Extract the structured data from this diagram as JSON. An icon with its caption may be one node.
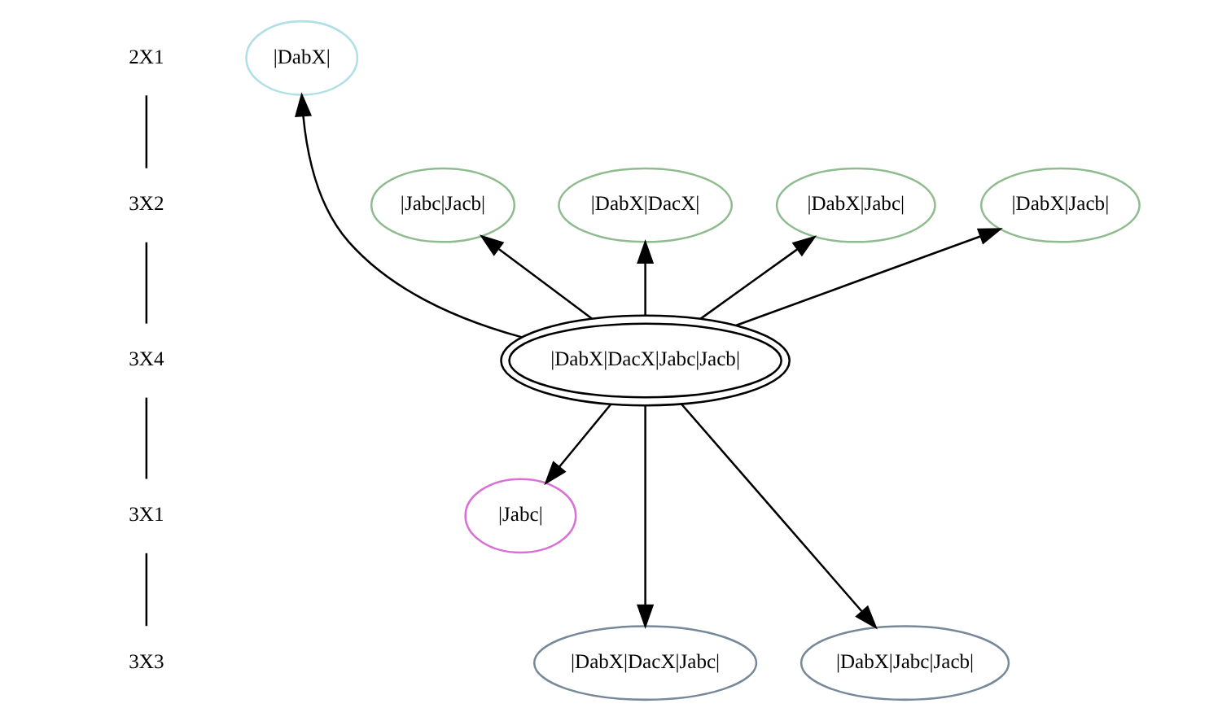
{
  "diagram": {
    "nodes": [
      {
        "text": [
          "2X1"
        ]
      },
      {
        "text": [
          "|DabX|"
        ]
      },
      {
        "text": [
          "3X2"
        ]
      },
      {
        "text": [
          "|Jabc|Jacb|"
        ]
      },
      {
        "text": [
          "|DabX|DacX|"
        ]
      },
      {
        "text": [
          "|DabX|Jabc|"
        ]
      },
      {
        "text": [
          "|DabX|Jacb|"
        ]
      },
      {
        "text": [
          "3X4"
        ]
      },
      {
        "text": [
          "|DabX|DacX|Jabc|Jacb|"
        ]
      },
      {
        "text": [
          "3X1"
        ]
      },
      {
        "text": [
          "|Jabc|"
        ]
      },
      {
        "text": [
          "3X3"
        ]
      },
      {
        "text": [
          "|DabX|DacX|Jabc|"
        ]
      },
      {
        "text": [
          "|DabX|Jabc|Jacb|"
        ]
      }
    ],
    "edges": [
      {
        "from": 0,
        "to": 2,
        "arrow": "none"
      },
      {
        "from": 2,
        "to": 7,
        "arrow": "none"
      },
      {
        "from": 7,
        "to": 9,
        "arrow": "none"
      },
      {
        "from": 9,
        "to": 11,
        "arrow": "none"
      },
      {
        "from": 8,
        "to": 1,
        "arrow": "to"
      },
      {
        "from": 8,
        "to": 3,
        "arrow": "to"
      },
      {
        "from": 8,
        "to": 4,
        "arrow": "to"
      },
      {
        "from": 8,
        "to": 5,
        "arrow": "to"
      },
      {
        "from": 8,
        "to": 6,
        "arrow": "to"
      },
      {
        "from": 8,
        "to": 10,
        "arrow": "to"
      },
      {
        "from": 8,
        "to": 12,
        "arrow": "to"
      },
      {
        "from": 8,
        "to": 13,
        "arrow": "to"
      }
    ]
  }
}
